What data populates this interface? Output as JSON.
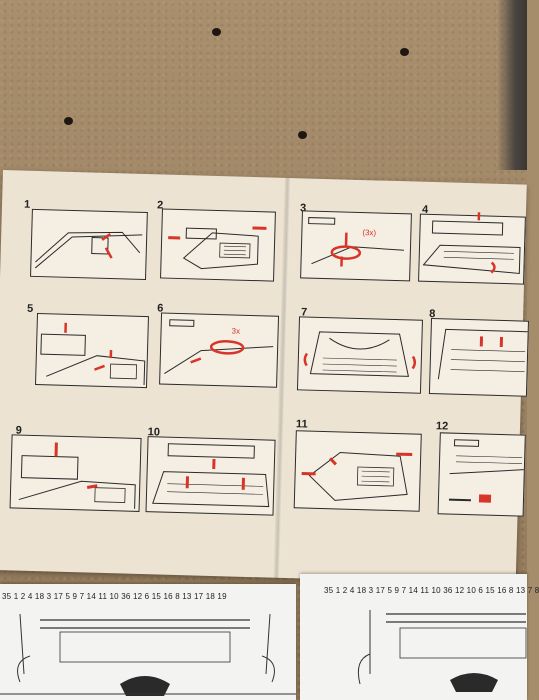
{
  "manual": {
    "steps": [
      {
        "number": "1"
      },
      {
        "number": "2"
      },
      {
        "number": "3"
      },
      {
        "number": "4"
      },
      {
        "number": "5"
      },
      {
        "number": "6"
      },
      {
        "number": "7"
      },
      {
        "number": "8"
      },
      {
        "number": "9"
      },
      {
        "number": "10"
      },
      {
        "number": "11"
      },
      {
        "number": "12"
      }
    ],
    "callouts": {
      "step3_turns": "(3x)",
      "step6_turns": "3x"
    }
  },
  "guides": {
    "left_scale": "35 1  2  4  18  3  17  5  9  7  14  11  10  36  12  6  15  16  8  13  17  18  19",
    "right_scale": "35  1  2  4  18  3  17  5  9  7  14  11  10  36  12  10  6  15  16  8  13  7  8"
  },
  "colors": {
    "accent_red": "#d8352a",
    "line_art": "#2b2b2b",
    "paper": "#ece3d2",
    "board": "#a58d6c"
  }
}
